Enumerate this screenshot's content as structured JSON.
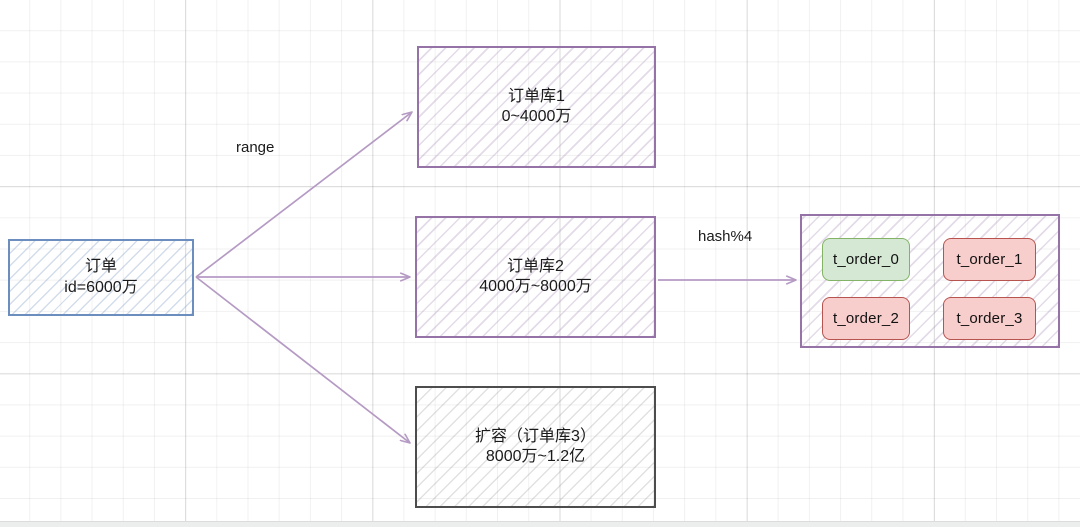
{
  "diagram": {
    "type": "database-sharding-flow",
    "source_node": {
      "id": "order",
      "title": "订单",
      "subtitle": "id=6000万",
      "border_color": "#6c8ebf",
      "fill": "hatched-blue"
    },
    "edge_labels": {
      "range": "range",
      "hash": "hash%4"
    },
    "shard_databases": [
      {
        "id": "db1",
        "title": "订单库1",
        "range": "0~4000万",
        "border_color": "#9673a6",
        "fill": "hatched-purple"
      },
      {
        "id": "db2",
        "title": "订单库2",
        "range": "4000万~8000万",
        "border_color": "#9673a6",
        "fill": "hatched-purple"
      },
      {
        "id": "db3",
        "title": "扩容（订单库3）",
        "range": "8000万~1.2亿",
        "border_color": "#4d4d4d",
        "fill": "hatched-gray"
      }
    ],
    "shard_tables_panel": {
      "border_color": "#9673a6",
      "tables": [
        {
          "label": "t_order_0",
          "fill": "#d5e8d4",
          "border": "#82b366",
          "state": "green"
        },
        {
          "label": "t_order_1",
          "fill": "#f8cecc",
          "border": "#b85450",
          "state": "red"
        },
        {
          "label": "t_order_2",
          "fill": "#f8cecc",
          "border": "#b85450",
          "state": "red"
        },
        {
          "label": "t_order_3",
          "fill": "#f8cecc",
          "border": "#b85450",
          "state": "red"
        }
      ]
    },
    "canvas": {
      "background": "#ffffff",
      "grid_color": "#e6e6e6",
      "arrow_color": "#b59ac4"
    }
  }
}
